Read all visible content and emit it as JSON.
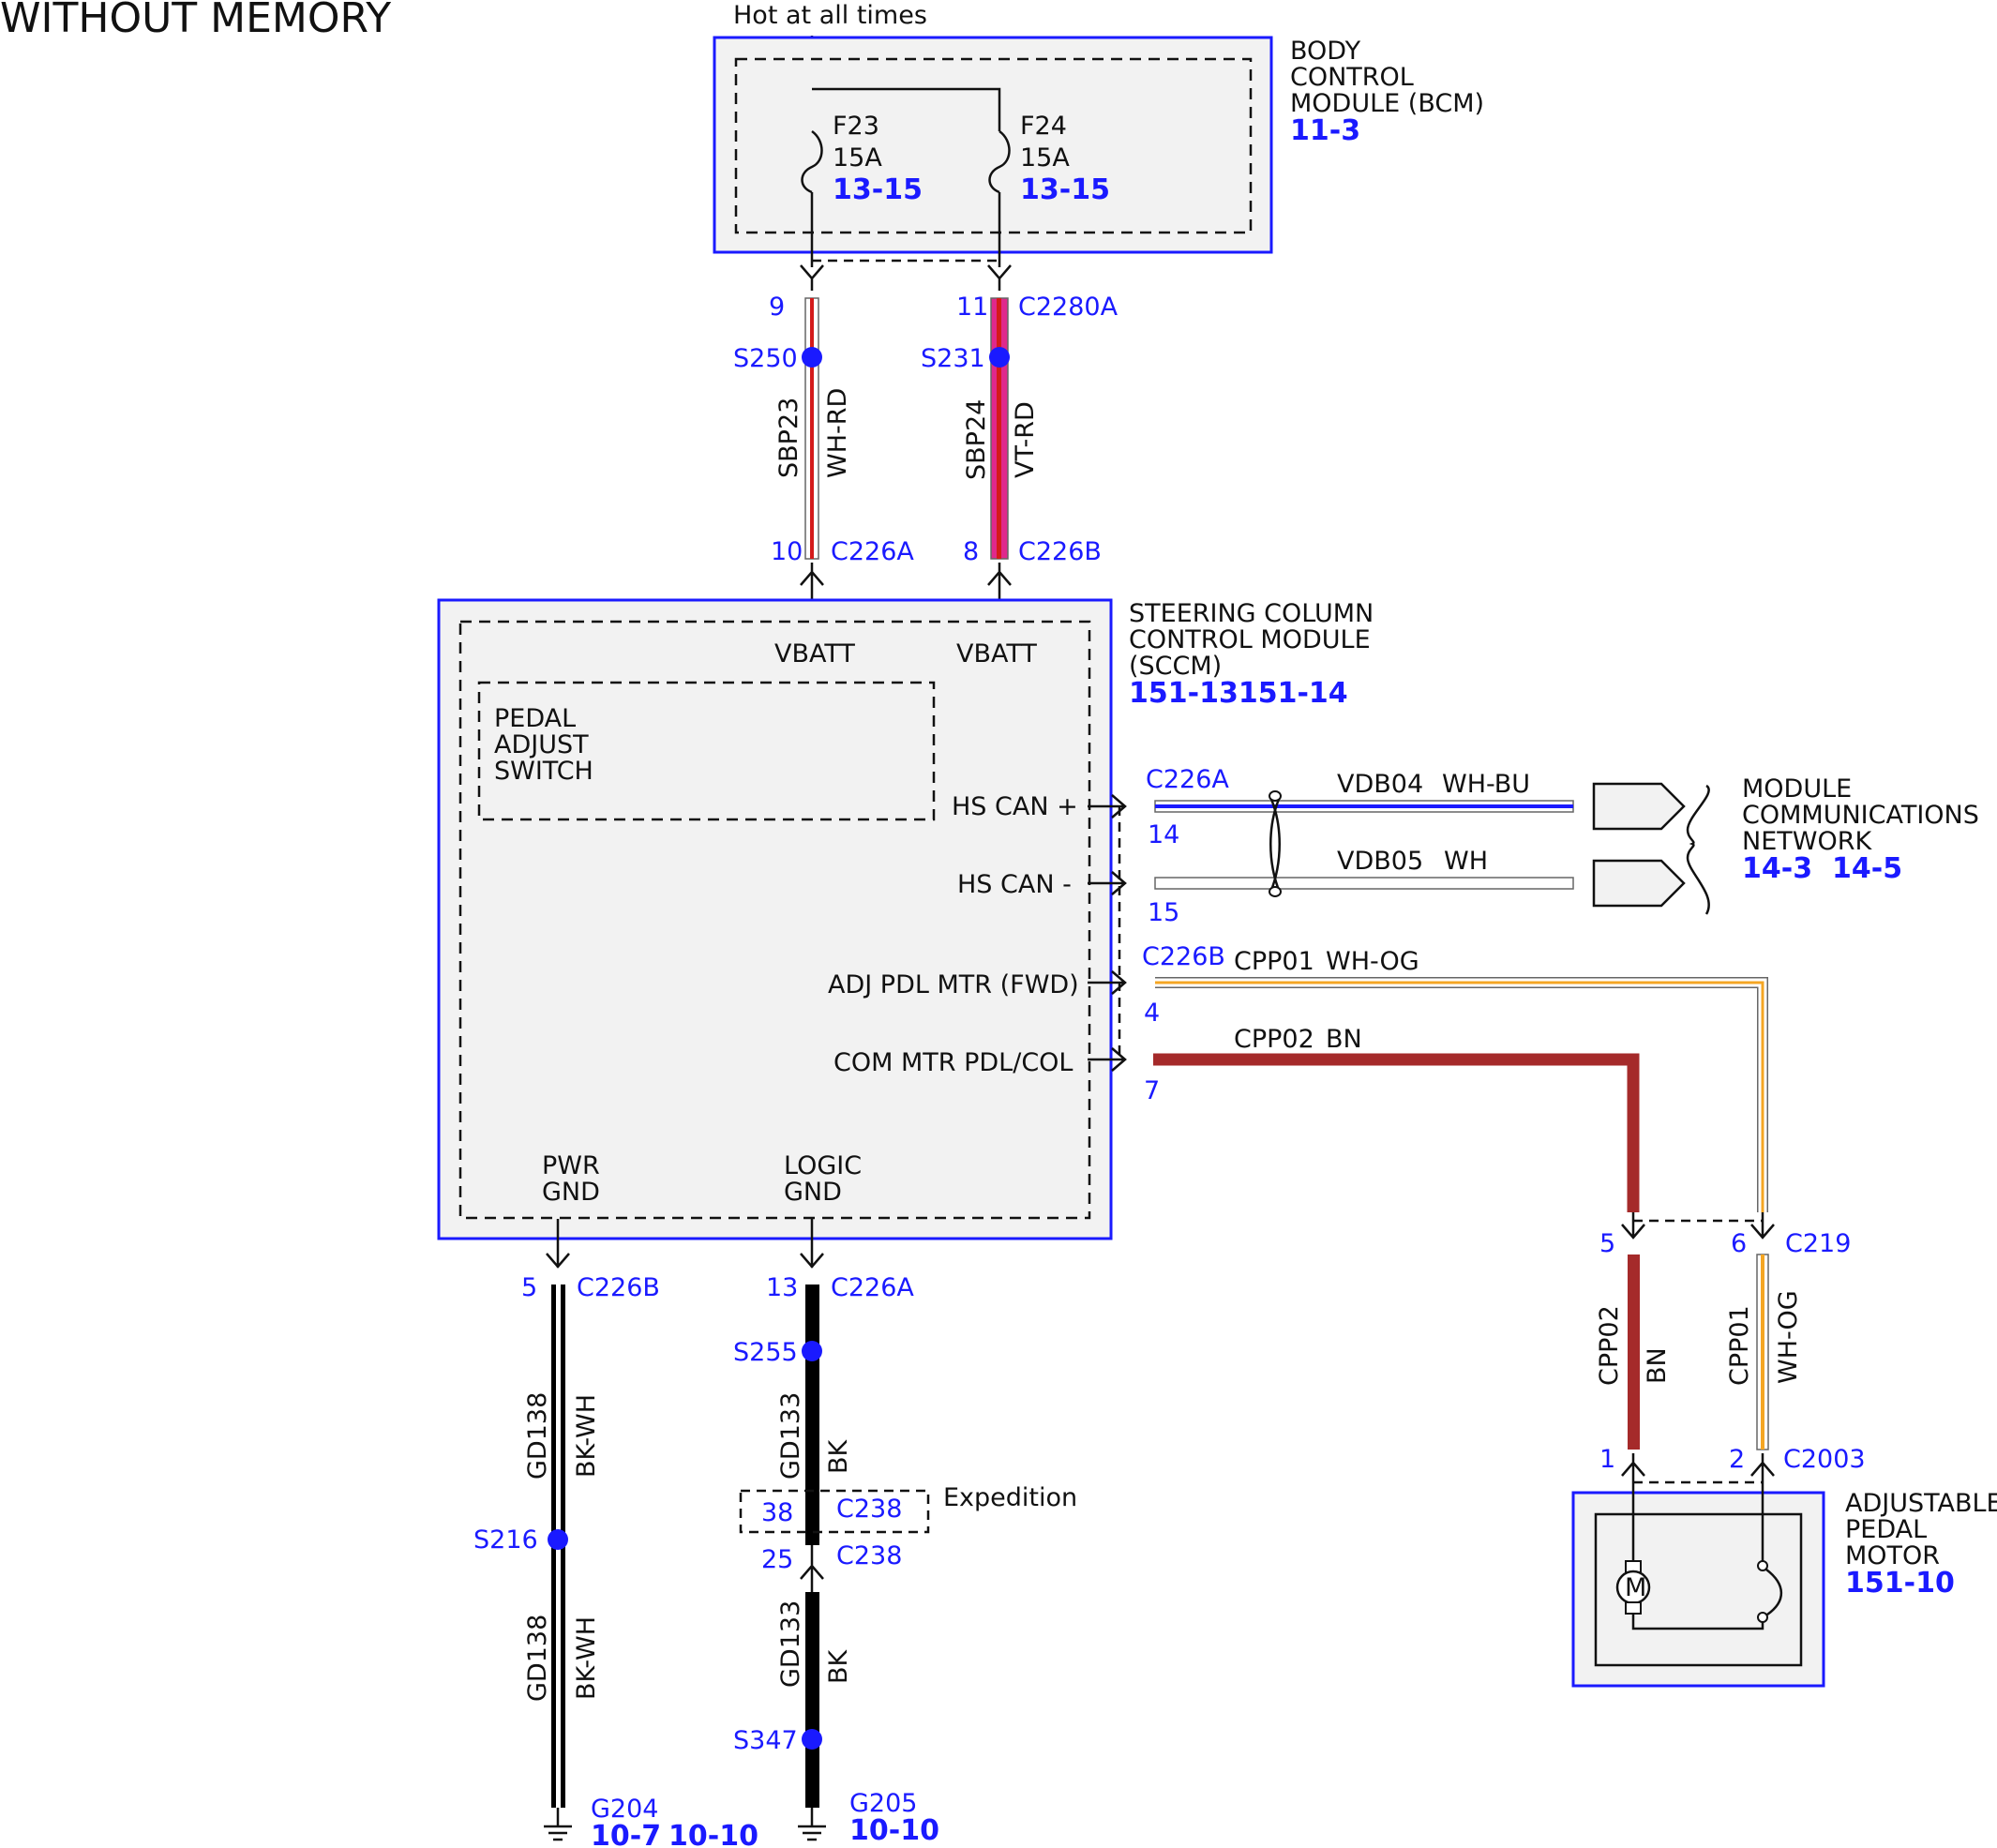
{
  "title": "WITHOUT MEMORY",
  "colors": {
    "accent_blue": "#1a1aff",
    "module_fill": "#f2f2f2",
    "wire_red": "#d41a1a",
    "wire_violet": "#e0288c",
    "wire_orange": "#f5a623",
    "wire_brown": "#a52a2a",
    "wire_black": "#000000",
    "wire_blue": "#1a1aff",
    "wire_white_outline": "#666666"
  },
  "power_source": "Hot at all times",
  "bcm": {
    "name_lines": [
      "BODY",
      "CONTROL",
      "MODULE (BCM)"
    ],
    "ref": "11-3",
    "fuses": [
      {
        "id": "F23",
        "rating": "15A",
        "ref": "13-15"
      },
      {
        "id": "F24",
        "rating": "15A",
        "ref": "13-15"
      }
    ]
  },
  "sccm": {
    "name_lines": [
      "STEERING COLUMN",
      "CONTROL MODULE",
      "(SCCM)"
    ],
    "ref": "151-13151-14",
    "pins": {
      "vbatt_1": "VBATT",
      "vbatt_2": "VBATT",
      "hs_can_plus": "HS CAN +",
      "hs_can_minus": "HS CAN -",
      "adj_pdl_mtr_fwd": "ADJ PDL MTR (FWD)",
      "com_mtr_pdl_col": "COM MTR PDL/COL",
      "pwr_gnd": [
        "PWR",
        "GND"
      ],
      "logic_gnd": [
        "LOGIC",
        "GND"
      ]
    },
    "pedal_adjust_switch": [
      "PEDAL",
      "ADJUST",
      "SWITCH"
    ]
  },
  "network": {
    "name_lines": [
      "MODULE",
      "COMMUNICATIONS",
      "NETWORK"
    ],
    "refs": [
      "14-3",
      "14-5"
    ]
  },
  "pedal_motor": {
    "name_lines": [
      "ADJUSTABLE",
      "PEDAL",
      "MOTOR"
    ],
    "ref": "151-10",
    "motor_symbol": "M"
  },
  "circuits": {
    "sbp23": {
      "circuit": "SBP23",
      "color": "WH-RD",
      "pin_top": "9",
      "pin_bottom": "10",
      "splice": "S250",
      "conn_bottom": "C226A"
    },
    "sbp24": {
      "circuit": "SBP24",
      "color": "VT-RD",
      "pin_top": "11",
      "pin_bottom": "8",
      "splice": "S231",
      "conn_top": "C2280A",
      "conn_bottom": "C226B"
    },
    "vdb04": {
      "circuit": "VDB04",
      "color": "WH-BU",
      "pin": "14",
      "conn": "C226A"
    },
    "vdb05": {
      "circuit": "VDB05",
      "color": "WH",
      "pin": "15"
    },
    "cpp01_h": {
      "circuit": "CPP01",
      "color": "WH-OG",
      "pin": "4",
      "conn": "C226B"
    },
    "cpp02_h": {
      "circuit": "CPP02",
      "color": "BN",
      "pin": "7"
    },
    "c219": {
      "conn": "C219",
      "pin_cpp02": "5",
      "pin_cpp01": "6"
    },
    "cpp02_v": {
      "circuit": "CPP02",
      "color": "BN"
    },
    "cpp01_v": {
      "circuit": "CPP01",
      "color": "WH-OG"
    },
    "c2003": {
      "conn": "C2003",
      "pin_cpp02": "1",
      "pin_cpp01": "2"
    },
    "gd138": {
      "circuit": "GD138",
      "color": "BK-WH",
      "pin": "5",
      "conn": "C226B",
      "splice": "S216"
    },
    "gd133": {
      "circuit": "GD133",
      "color": "BK",
      "pin": "13",
      "conn": "C226A",
      "splice_top": "S255",
      "splice_bottom": "S347"
    },
    "c238": {
      "conn": "C238",
      "pin_top": "38",
      "pin_bottom": "25",
      "note": "Expedition"
    }
  },
  "grounds": {
    "g204": {
      "id": "G204",
      "refs": [
        "10-7",
        "10-10"
      ]
    },
    "g205": {
      "id": "G205",
      "refs": [
        "10-10"
      ]
    }
  }
}
